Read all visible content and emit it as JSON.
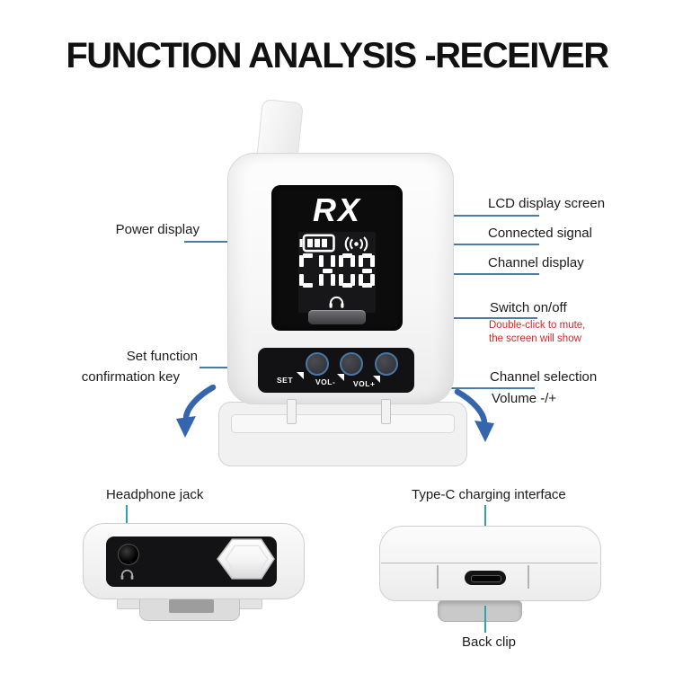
{
  "title": "FUNCTION ANALYSIS -RECEIVER",
  "device": {
    "logo": "RX",
    "channel": "CH08",
    "button_labels": {
      "set": "SET",
      "vol_minus": "VOL-",
      "vol_plus": "VOL+"
    }
  },
  "callouts": {
    "power_display": "Power display",
    "set_function_line1": "Set function",
    "set_function_line2": "confirmation key",
    "lcd": "LCD display screen",
    "signal": "Connected signal",
    "channel": "Channel display",
    "switch": "Switch on/off",
    "switch_note1": "Double-click to mute,",
    "switch_note2": "the screen will show",
    "channel_selection": "Channel selection",
    "volume": "Volume -/+",
    "headphone_jack": "Headphone jack",
    "typec": "Type-C charging interface",
    "back_clip": "Back clip"
  },
  "icons": {
    "battery": "battery-level-icon",
    "signal": "connected-signal-icon",
    "headphone_lcd": "headphone-icon",
    "headphone_jack": "headphone-jack-icon"
  },
  "colors": {
    "callout_line": "#4c7aa5",
    "teal_line": "#2ea2b2",
    "note_red": "#e02222",
    "arrow_blue": "#3566ad",
    "screen_black": "#0c0c0d"
  }
}
